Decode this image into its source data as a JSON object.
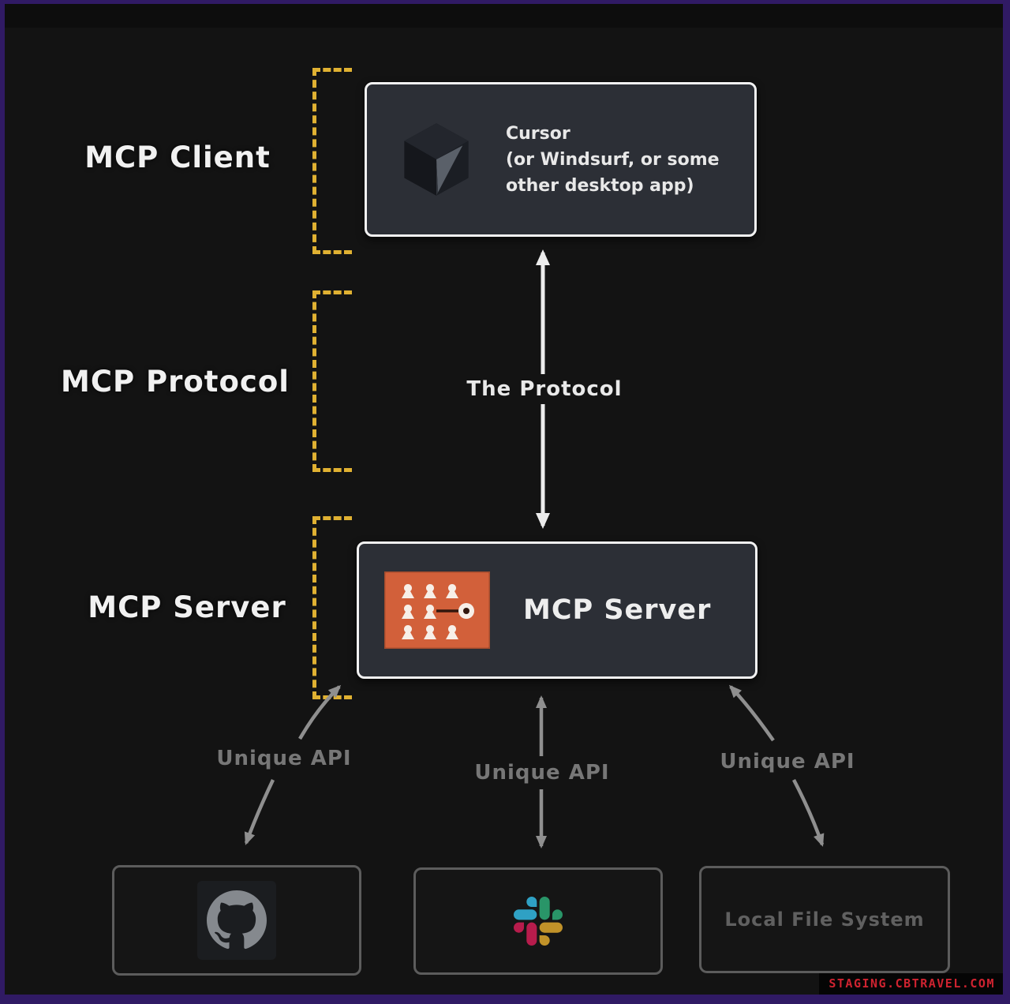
{
  "diagram": {
    "tier_labels": {
      "client": "MCP Client",
      "protocol": "MCP Protocol",
      "server": "MCP Server"
    },
    "client_box": {
      "app_name": "Cursor",
      "subtitle_line1": "(or Windsurf, or some",
      "subtitle_line2": "other desktop app)"
    },
    "protocol_arrow": {
      "label": "The Protocol"
    },
    "server_box": {
      "label": "MCP Server"
    },
    "api_arrows": {
      "left_label": "Unique API",
      "middle_label": "Unique API",
      "right_label": "Unique API"
    },
    "integrations": {
      "local_file_system_label": "Local File System"
    },
    "icons": {
      "client_logo": "cursor-cube-icon",
      "server_logo": "mcp-server-chess-icon",
      "integration_left": "github-octocat-icon",
      "integration_middle": "slack-icon"
    },
    "watermark": "STAGING.CBTRAVEL.COM",
    "colors": {
      "frame_purple": "#301a64",
      "background": "#131313",
      "box_fill": "#2c2f36",
      "bracket_yellow": "#e0b132",
      "server_icon_orange": "#d2603a",
      "arrow_gray": "#8f8f8f",
      "watermark_red": "#cf2330",
      "slack_blue": "#36C5F0",
      "slack_green": "#2EB67D",
      "slack_yellow": "#ECB22E",
      "slack_pink": "#E01E5A"
    }
  }
}
